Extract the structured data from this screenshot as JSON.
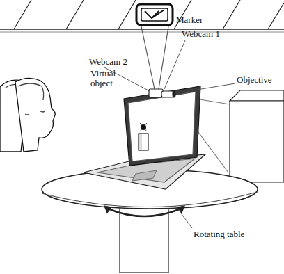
{
  "diagram": {
    "labels": [
      "Marker",
      "Webcam 1",
      "Objective",
      "Webcam 2",
      "Virtual object",
      "Rotating table"
    ]
  }
}
